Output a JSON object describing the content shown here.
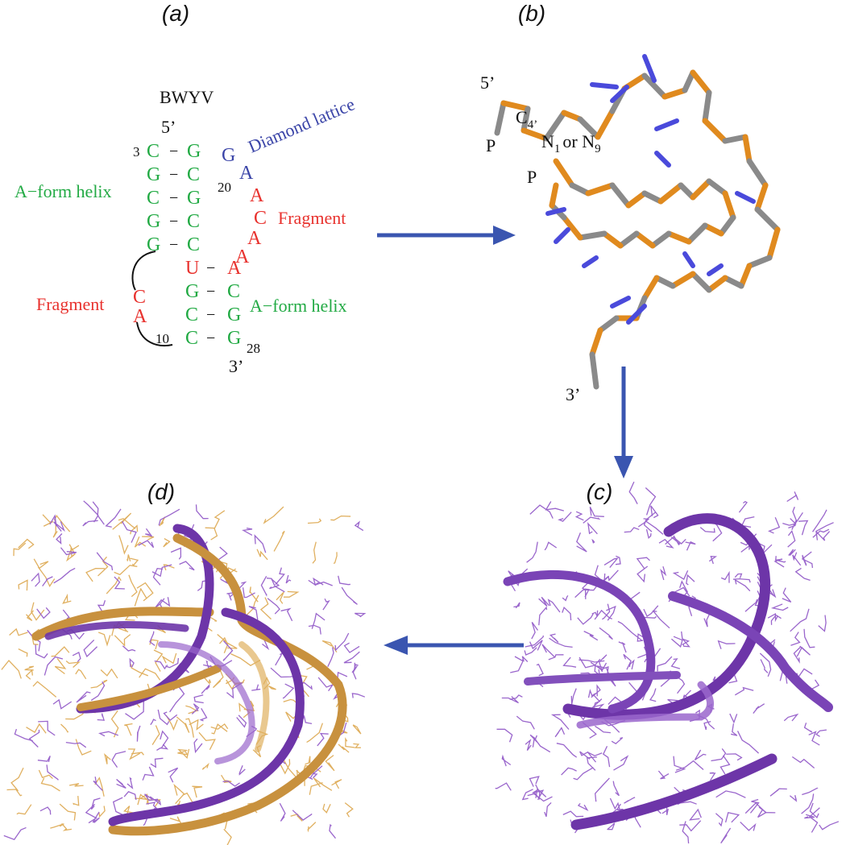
{
  "panels": {
    "a": {
      "label": "(a)",
      "title": "BWYV",
      "five_prime": "5’",
      "three_prime": "3’",
      "num_3": "3",
      "num_10": "10",
      "num_20": "20",
      "num_28": "28",
      "label_diamond": "Diamond lattice",
      "label_fragment_top": "Fragment",
      "label_fragment_left": "Fragment",
      "label_helix_top": "A−form helix",
      "label_helix_bottom": "A−form helix",
      "stem1_left": [
        "C",
        "G",
        "C",
        "G",
        "G"
      ],
      "stem1_right": [
        "G",
        "C",
        "G",
        "C",
        "C"
      ],
      "stem2_left": [
        "U",
        "G",
        "C",
        "C"
      ],
      "stem2_right": [
        "A",
        "C",
        "G",
        "G"
      ],
      "loop_left": [
        "C",
        "A"
      ],
      "loop_right": [
        "G",
        "A",
        "A",
        "C",
        "A",
        "A"
      ],
      "bond": "−"
    },
    "b": {
      "label": "(b)",
      "five_prime": "5’",
      "three_prime": "3’",
      "c4": "C",
      "c4_sub": "4’",
      "n_text": "N",
      "n1_sub": "1",
      "or_text": "or N",
      "n9_sub": "9",
      "p1": "P",
      "p2": "P"
    },
    "c": {
      "label": "(c)"
    },
    "d": {
      "label": "(d)"
    }
  },
  "colors": {
    "green": "#22aa44",
    "red": "#e8322e",
    "blue": "#3b45a8",
    "arrow": "#3a55b0",
    "gray_stick": "#8a8a8a",
    "orange_stick": "#e08a1e",
    "nitrogen": "#4a4adb",
    "purple": "#7a3fb0",
    "purple_light": "#9a66cc",
    "gold": "#c8913e",
    "gold_light": "#e0b060"
  }
}
